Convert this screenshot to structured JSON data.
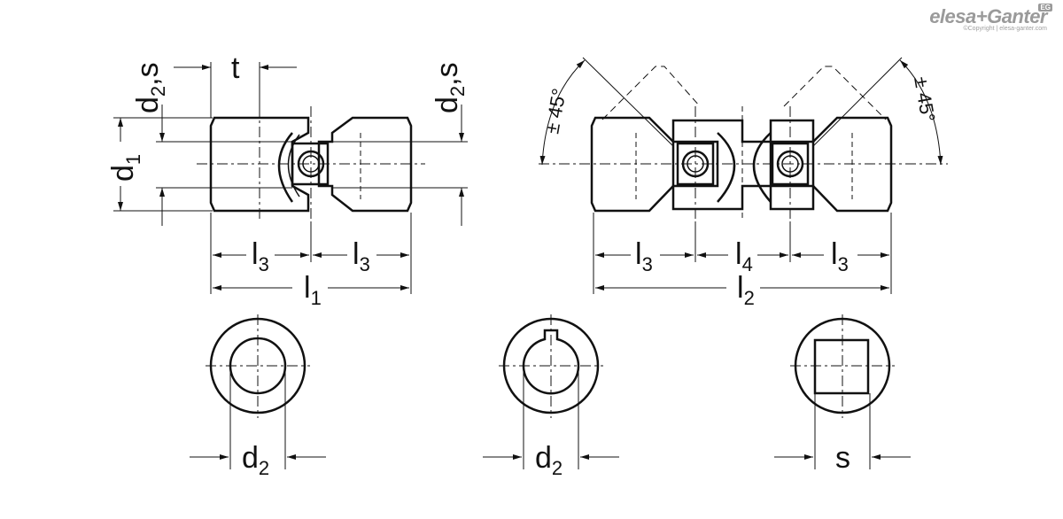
{
  "brand": {
    "name": "elesa+Ganter",
    "copyright": "©Copyright | elesa-ganter.com",
    "badge": "EG"
  },
  "labels": {
    "d1": "d",
    "d1_sub": "1",
    "d2s_left": "d",
    "d2s_left_sub": "2",
    "d2s_left_tail": ",s",
    "d2s_right": "d",
    "d2s_right_sub": "2",
    "d2s_right_tail": ",s",
    "t": "t",
    "l3": "l",
    "l3_sub": "3",
    "l1": "l",
    "l1_sub": "1",
    "l2": "l",
    "l2_sub": "2",
    "l4": "l",
    "l4_sub": "4",
    "angle_left": "± 45°",
    "angle_right": "± 45°",
    "d2": "d",
    "d2_sub": "2",
    "s": "s"
  },
  "colors": {
    "line": "#111111",
    "brand_grey": "#9a9a9a"
  }
}
